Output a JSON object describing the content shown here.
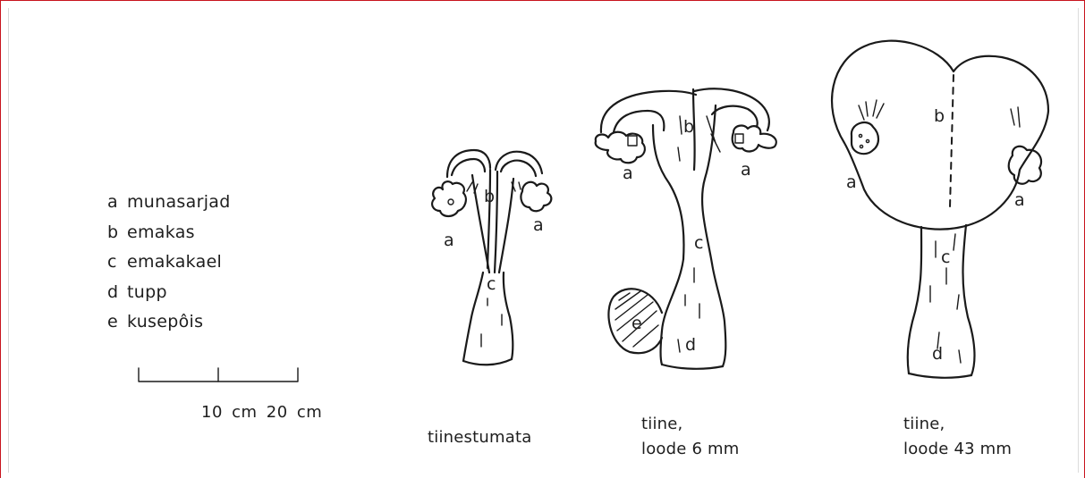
{
  "legend": {
    "items": [
      {
        "key": "a",
        "label": "munasarjad"
      },
      {
        "key": "b",
        "label": "emakas"
      },
      {
        "key": "c",
        "label": "emakakael"
      },
      {
        "key": "d",
        "label": "tupp"
      },
      {
        "key": "e",
        "label": "kusepôis"
      }
    ]
  },
  "scale": {
    "label": "10 cm 20 cm"
  },
  "figure_labels": {
    "a": "a",
    "b": "b",
    "c": "c",
    "d": "d",
    "e": "e"
  },
  "captions": {
    "unpregnant": "tiinestumata",
    "pregnant_6mm_line1": "tiine,",
    "pregnant_6mm_line2": "loode 6 mm",
    "pregnant_43mm_line1": "tiine,",
    "pregnant_43mm_line2": "loode 43 mm"
  },
  "colors": {
    "frame": "#c8141e",
    "ink": "#1a1a1a"
  }
}
